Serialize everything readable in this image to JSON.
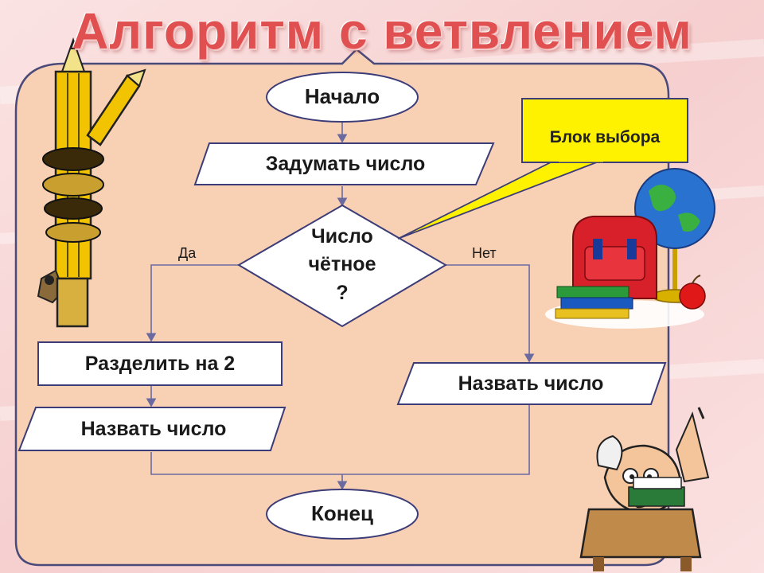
{
  "title": "Алгоритм с ветвлением",
  "colors": {
    "title": "#e05050",
    "panel": "#f8d0b4",
    "block_fill": "#ffffff",
    "callout": "#fff200",
    "line": "#6a6aa0"
  },
  "flowchart": {
    "start": "Начало",
    "input": "Задумать число",
    "decision": {
      "line1": "Число",
      "line2": "чётное",
      "line3": "?"
    },
    "yes_label": "Да",
    "no_label": "Нет",
    "yes_step1": "Разделить на 2",
    "yes_step2": "Назвать число",
    "no_step": "Назвать число",
    "end": "Конец"
  },
  "callout": "Блок выбора",
  "icons": [
    "pencils-icon",
    "school-supplies-icon",
    "professor-icon"
  ]
}
